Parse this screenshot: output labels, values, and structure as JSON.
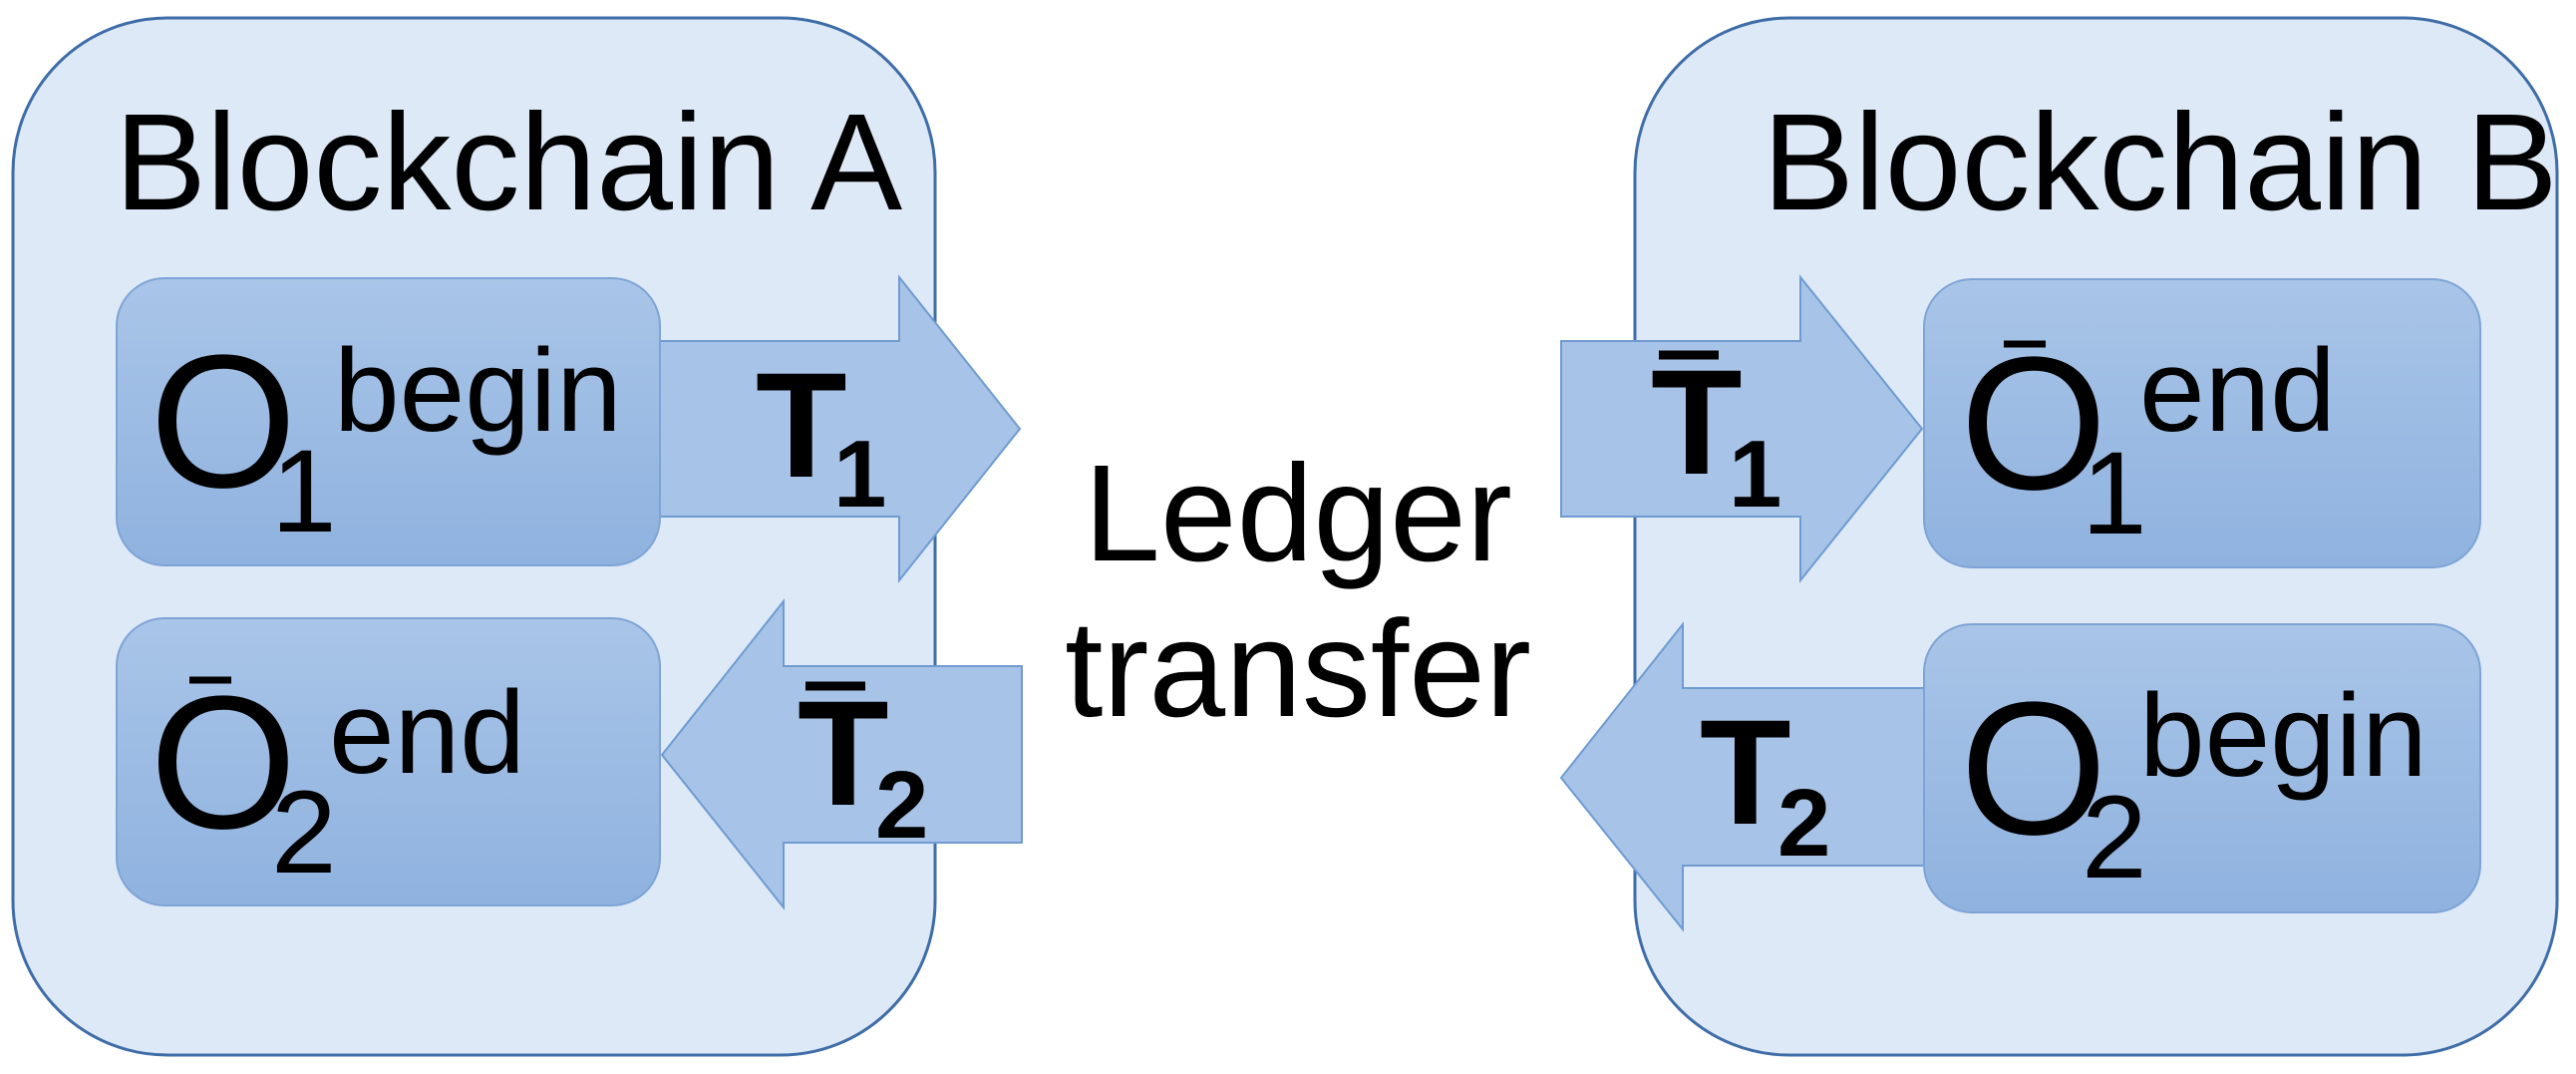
{
  "blockchain_a": {
    "title": "Blockchain A",
    "object_top": {
      "base": "O",
      "sub": "1",
      "sup": "begin",
      "bar": false
    },
    "object_bottom": {
      "base": "O",
      "sub": "2",
      "sup": "end",
      "bar": true
    },
    "arrow_out": {
      "base": "T",
      "sub": "1",
      "bar": false
    },
    "arrow_in": {
      "base": "T",
      "sub": "2",
      "bar": true
    }
  },
  "blockchain_b": {
    "title": "Blockchain B",
    "object_top": {
      "base": "O",
      "sub": "1",
      "sup": "end",
      "bar": true
    },
    "object_bottom": {
      "base": "O",
      "sub": "2",
      "sup": "begin",
      "bar": false
    },
    "arrow_in": {
      "base": "T",
      "sub": "1",
      "bar": true
    },
    "arrow_out": {
      "base": "T",
      "sub": "2",
      "bar": false
    }
  },
  "center": {
    "line1": "Ledger",
    "line2": "transfer"
  },
  "colors": {
    "container_fill": "#dde9f6",
    "container_stroke": "#3f6da8",
    "box_grad_top": "#a9c5e8",
    "box_grad_bottom": "#8fb2df",
    "box_stroke": "#7ea3d6",
    "arrow_fill": "#a7c3e7",
    "arrow_stroke": "#6f9bd2"
  }
}
